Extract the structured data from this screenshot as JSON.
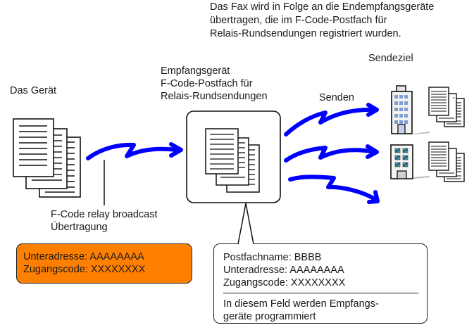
{
  "header": {
    "lines": [
      "Das Fax wird in Folge an die Endempfangsgeräte",
      "übertragen, die im F-Code-Postfach für",
      "Relais-Rundsendungen registriert wurden."
    ]
  },
  "source": {
    "label": "Das Gerät",
    "icon": "document-stack-icon"
  },
  "relay_transmission": {
    "lines": [
      "F-Code relay broadcast",
      "Übertragung"
    ],
    "arrow_icon": "lightning-arrow-icon"
  },
  "source_settings": {
    "lines": [
      "Unteradresse: AAAAAAAA",
      "Zugangscode: XXXXXXXX"
    ],
    "color": "#ff8000"
  },
  "receiver": {
    "lines": [
      "Empfangsgerät",
      "F-Code-Postfach für",
      "Relais-Rundsendungen"
    ],
    "icon": "document-stack-icon"
  },
  "send": {
    "label": "Senden",
    "arrow_count": 3,
    "arrow_color": "#0000ff"
  },
  "destinations": {
    "label": "Sendeziel",
    "items": [
      {
        "icon": "office-building-icon",
        "doc_icon": "document-stack-icon"
      },
      {
        "icon": "office-building-icon",
        "doc_icon": "document-stack-icon"
      }
    ]
  },
  "receiver_settings": {
    "lines": [
      "Postfachname: BBBB",
      "Unteradresse: AAAAAAAA",
      "Zugangscode: XXXXXXXX"
    ],
    "note_lines": [
      "In diesem Feld werden Empfangs-",
      "geräte programmiert"
    ]
  }
}
